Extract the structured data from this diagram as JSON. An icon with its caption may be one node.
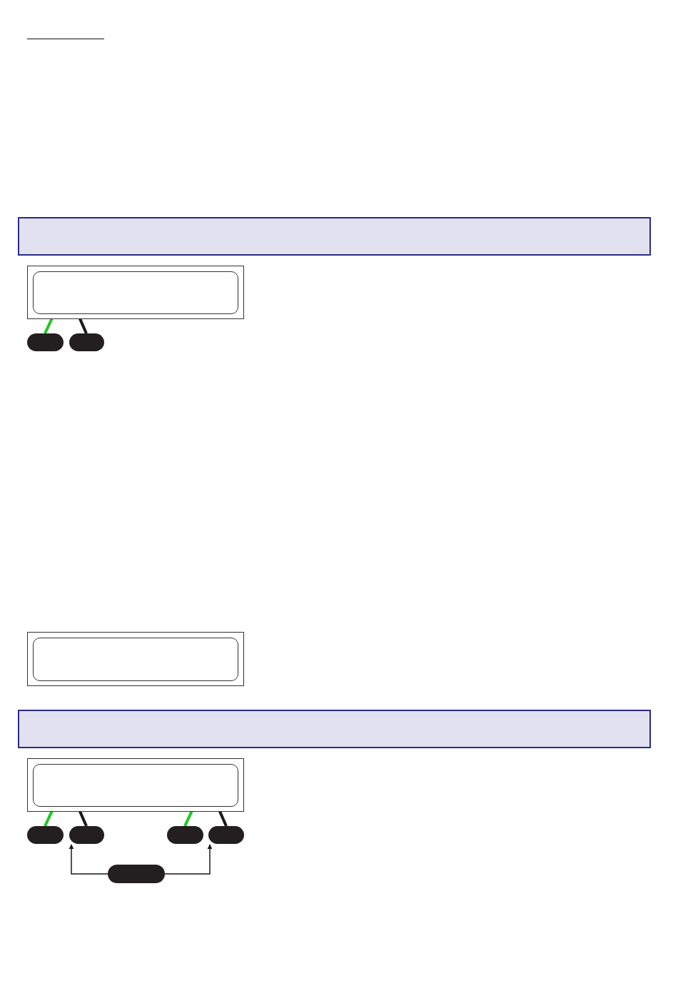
{
  "diagram": {
    "nodes": [
      {
        "text": [],
        "shape": "bar"
      },
      {
        "text": [],
        "shape": "box"
      },
      {
        "text": [],
        "shape": "pill"
      },
      {
        "text": [],
        "shape": "pill"
      },
      {
        "text": [],
        "shape": "box"
      },
      {
        "text": [],
        "shape": "bar"
      },
      {
        "text": [],
        "shape": "box"
      },
      {
        "text": [],
        "shape": "pill"
      },
      {
        "text": [],
        "shape": "pill"
      },
      {
        "text": [],
        "shape": "pill"
      },
      {
        "text": [],
        "shape": "pill"
      },
      {
        "text": [],
        "shape": "pill"
      }
    ],
    "edges": [
      {
        "from": 2,
        "to": 1,
        "arrow": "none",
        "color": "#1ec81e"
      },
      {
        "from": 3,
        "to": 1,
        "arrow": "none"
      },
      {
        "from": 7,
        "to": 6,
        "arrow": "none",
        "color": "#1ec81e"
      },
      {
        "from": 8,
        "to": 6,
        "arrow": "none"
      },
      {
        "from": 9,
        "to": 6,
        "arrow": "none",
        "color": "#1ec81e"
      },
      {
        "from": 10,
        "to": 6,
        "arrow": "none"
      },
      {
        "from": 11,
        "to": 8,
        "arrow": "to"
      },
      {
        "from": 11,
        "to": 10,
        "arrow": "to"
      }
    ]
  }
}
